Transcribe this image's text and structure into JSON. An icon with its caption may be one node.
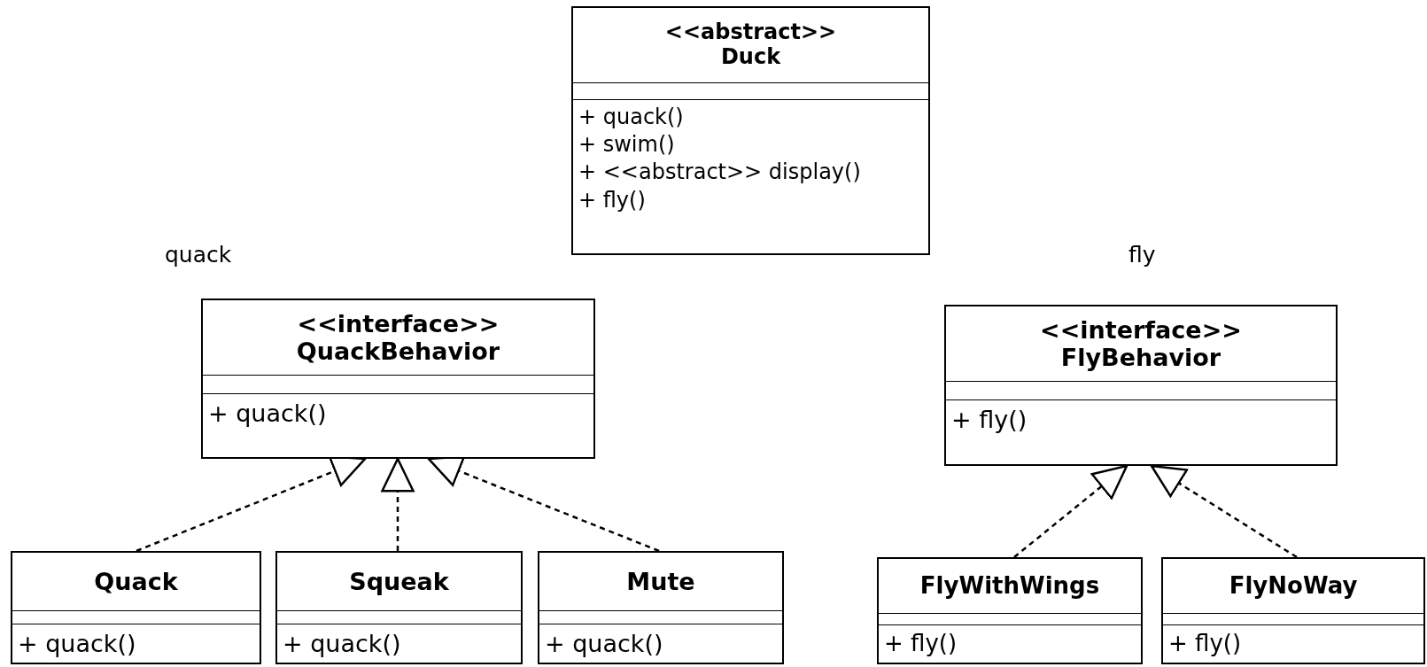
{
  "diagram": {
    "nodes": [
      {
        "text": [
          "<<abstract>>",
          "Duck",
          "+ quack()",
          "+ swim()",
          "+ <<abstract>> display()",
          "+ fly()"
        ]
      },
      {
        "text": [
          "<<interface>>",
          "QuackBehavior",
          "+ quack()"
        ]
      },
      {
        "text": [
          "Quack",
          "+ quack()"
        ]
      },
      {
        "text": [
          "Squeak",
          "+ quack()"
        ]
      },
      {
        "text": [
          "Mute",
          "+ quack()"
        ]
      },
      {
        "text": [
          "<<interface>>",
          "FlyBehavior",
          "+ fly()"
        ]
      },
      {
        "text": [
          "FlyWithWings",
          "+ fly()"
        ]
      },
      {
        "text": [
          "FlyNoWay",
          "+ fly()"
        ]
      }
    ],
    "edges": [
      {
        "from": 2,
        "to": 1,
        "arrow": "to",
        "style": "dashed"
      },
      {
        "from": 3,
        "to": 1,
        "arrow": "to",
        "style": "dashed"
      },
      {
        "from": 4,
        "to": 1,
        "arrow": "to",
        "style": "dashed"
      },
      {
        "from": 6,
        "to": 5,
        "arrow": "to",
        "style": "dashed"
      },
      {
        "from": 7,
        "to": 5,
        "arrow": "to",
        "style": "dashed"
      }
    ],
    "labels": [
      "quack",
      "fly"
    ]
  }
}
